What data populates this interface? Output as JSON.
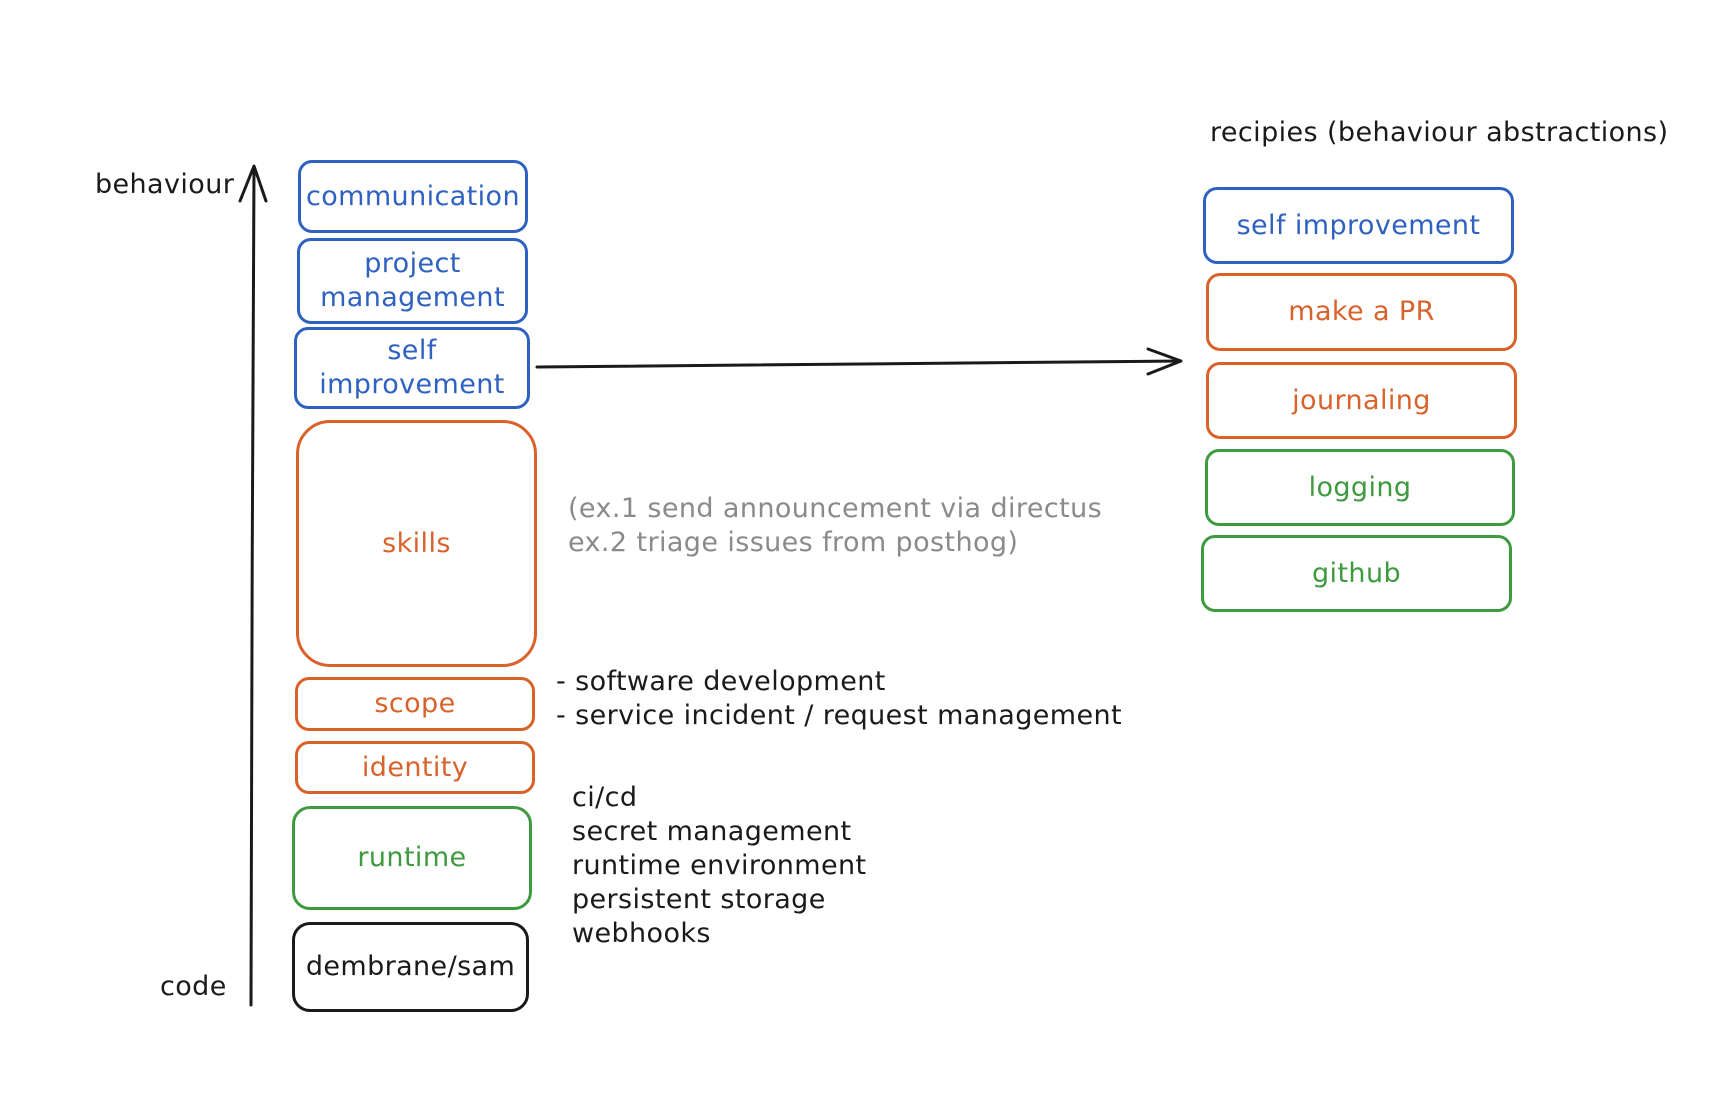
{
  "colors": {
    "blue": "#2f62c0",
    "orange": "#d9622b",
    "green": "#3e9a3e",
    "black": "#1a1a1a",
    "gray": "#8a8a8a"
  },
  "axis": {
    "top_label": "behaviour",
    "bottom_label": "code"
  },
  "stack": [
    {
      "id": "communication",
      "lines": [
        "communication"
      ],
      "color": "blue"
    },
    {
      "id": "project-management",
      "lines": [
        "project",
        "management"
      ],
      "color": "blue"
    },
    {
      "id": "self-improvement",
      "lines": [
        "self improvement"
      ],
      "color": "blue"
    },
    {
      "id": "skills",
      "lines": [
        "skills"
      ],
      "color": "orange"
    },
    {
      "id": "scope",
      "lines": [
        "scope"
      ],
      "color": "orange"
    },
    {
      "id": "identity",
      "lines": [
        "identity"
      ],
      "color": "orange"
    },
    {
      "id": "runtime",
      "lines": [
        "runtime"
      ],
      "color": "green"
    },
    {
      "id": "dembrane-sam",
      "lines": [
        "dembrane/sam"
      ],
      "color": "black"
    }
  ],
  "notes": {
    "skills_examples": [
      "(ex.1 send announcement via directus",
      " ex.2 triage issues from posthog)"
    ],
    "scope_items": [
      "- software development",
      "- service incident / request management"
    ],
    "runtime_items": [
      "ci/cd",
      "secret management",
      "runtime environment",
      "persistent storage",
      "webhooks"
    ]
  },
  "recipes": {
    "title": "recipies (behaviour abstractions)",
    "items": [
      {
        "id": "self-improvement",
        "label": "self improvement",
        "color": "blue"
      },
      {
        "id": "make-a-pr",
        "label": "make a PR",
        "color": "orange"
      },
      {
        "id": "journaling",
        "label": "journaling",
        "color": "orange"
      },
      {
        "id": "logging",
        "label": "logging",
        "color": "green"
      },
      {
        "id": "github",
        "label": "github",
        "color": "green"
      }
    ]
  }
}
